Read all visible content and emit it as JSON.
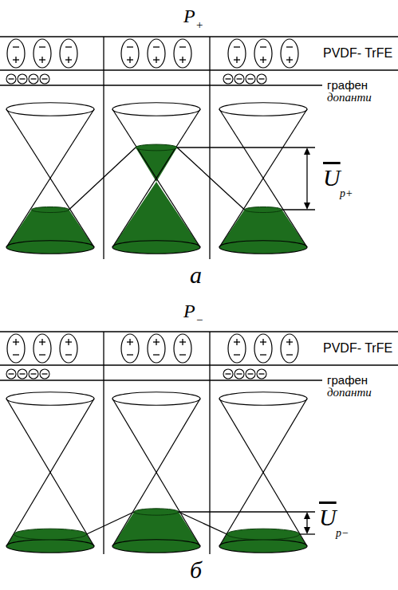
{
  "diagram": {
    "labels": [
      "P",
      "+",
      "PVDF- TrFE",
      "графен",
      "допанти",
      "U",
      "p+",
      "а",
      "P",
      "−",
      "PVDF- TrFE",
      "графен",
      "допанти",
      "U",
      "p−",
      "б"
    ]
  }
}
